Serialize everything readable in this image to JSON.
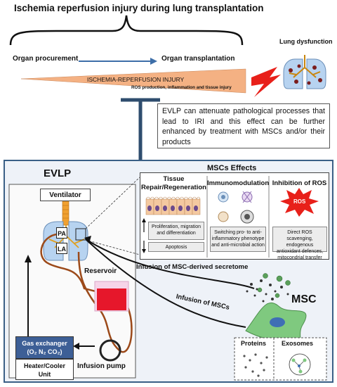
{
  "title": "Ischemia reperfusion injury during lung transplantation",
  "timeline": {
    "start": "Organ procurement",
    "end": "Organ transplantation",
    "wedge_label": "ISCHEMIA-REPERFUSION INJURY",
    "wedge_sublabel": "ROS production, inflammation and tissue injury"
  },
  "lung_dysfunction": "Lung dysfunction",
  "evlp_note": "EVLP can attenuate pathological processes that lead to IRI and this effect can be further enhanced by treatment with MSCs and/or their products",
  "evlp": {
    "heading": "EVLP",
    "ventilator": "Ventilator",
    "pa": "PA",
    "la": "LA",
    "reservoir": "Reservoir",
    "gas_exchanger_line1": "Gas exchanger",
    "gas_exchanger_line2": "(O₂ N₂ CO₂)",
    "heater_line1": "Heater/Cooler",
    "heater_line2": "Unit",
    "infusion_pump": "Infusion pump"
  },
  "effects": {
    "heading": "MSCs Effects",
    "tissue_h1": "Tissue",
    "tissue_h2": "Repair/Regeneration",
    "tissue_box1": "Proliferation, migration and differentiation",
    "tissue_box2": "Apoptosis",
    "immuno_h": "Immunomodulation",
    "immuno_text": "Switching pro- to anti-inflammatory phenotype and anti-microbial action",
    "ros_h": "Inhibition of ROS",
    "ros_badge": "ROS",
    "ros_text": "Direct ROS scavenging, endogenous antioxidant defences, mitocondrial transfer"
  },
  "infusions": {
    "secretome": "Infusion of MSC-derived secretome",
    "mscs": "Infusion of MSCs"
  },
  "msc_label": "MSC",
  "products": {
    "proteins": "Proteins",
    "exosomes": "Exosomes"
  },
  "colors": {
    "frame_blue": "#3a5f86",
    "wedge_orange": "#f4b183",
    "lightning_red": "#e8201a",
    "reservoir_red": "#e6172b",
    "tube_brown": "#9c4a1a",
    "cell_green": "#7fc97f"
  },
  "icons": {
    "arrow": "blue-right-arrow",
    "lightning": "lightning-bolt-icon",
    "msc": "msc-cell-icon"
  }
}
